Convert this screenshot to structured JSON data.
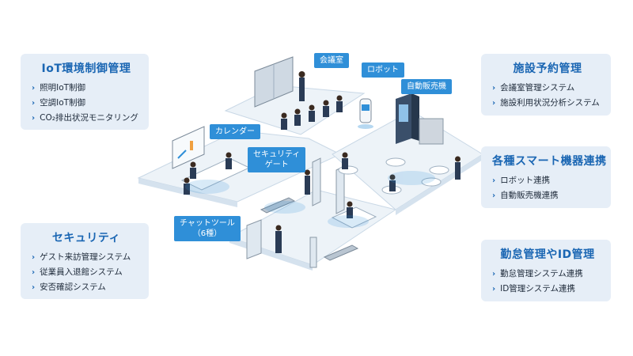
{
  "cards": {
    "iot": {
      "title": "IoT環境制御管理",
      "items": [
        "照明IoT制御",
        "空調IoT制御",
        "CO₂排出状況モニタリング"
      ]
    },
    "security": {
      "title": "セキュリティ",
      "items": [
        "ゲスト来訪管理システム",
        "従業員入退館システム",
        "安否確認システム"
      ]
    },
    "booking": {
      "title": "施設予約管理",
      "items": [
        "会議室管理システム",
        "施設利用状況分析システム"
      ]
    },
    "smart": {
      "title": "各種スマート機器連携",
      "items": [
        "ロボット連携",
        "自動販売機連携"
      ]
    },
    "attendance": {
      "title": "勤怠管理やID管理",
      "items": [
        "勤怠管理システム連携",
        "ID管理システム連携"
      ]
    }
  },
  "tags": {
    "meeting_room": "会議室",
    "robot": "ロボット",
    "vending": "自動販売機",
    "calendar": "カレンダー",
    "gate_line1": "セキュリティ",
    "gate_line2": "ゲート",
    "chat_line1": "チャットツール",
    "chat_line2": "（6種）"
  },
  "colors": {
    "accent": "#1a66b3",
    "card_bg": "#e6eef7",
    "tag_bg": "#2f8fd8",
    "floor": "#edf3f8",
    "floor_edge": "#c9d8e6"
  }
}
